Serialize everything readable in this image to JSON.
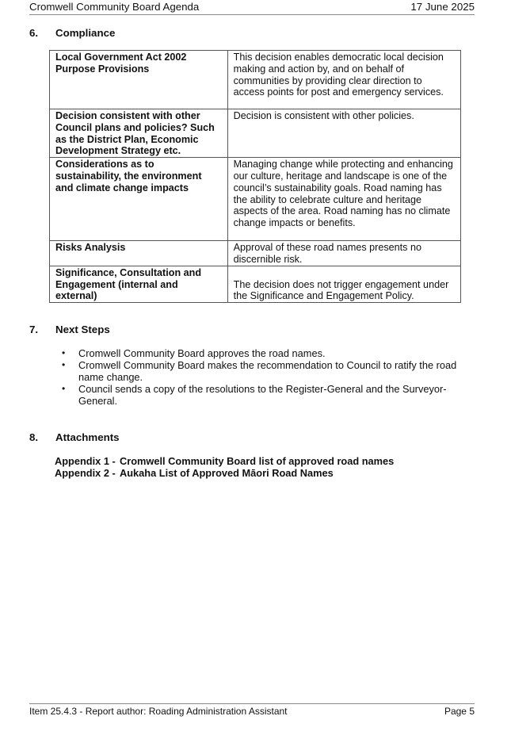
{
  "header": {
    "title": "Cromwell Community Board Agenda",
    "date": "17 June 2025"
  },
  "sections": {
    "compliance": {
      "number": "6.",
      "title": "Compliance"
    },
    "next_steps": {
      "number": "7.",
      "title": "Next Steps"
    },
    "attachments": {
      "number": "8.",
      "title": "Attachments"
    }
  },
  "compliance_table": {
    "rows": [
      {
        "label": "Local Government Act 2002 Purpose Provisions",
        "value": "This decision enables democratic local decision making and action by, and on behalf of communities by providing clear direction to access points for post and emergency services."
      },
      {
        "label": "Decision consistent with other Council plans and policies? Such as the District Plan, Economic Development Strategy etc.",
        "value": "Decision is consistent with other policies."
      },
      {
        "label": "Considerations as to sustainability, the environment and climate change impacts",
        "value": "Managing change while protecting and enhancing our culture, heritage and landscape is one of the council’s sustainability goals.  Road naming has the ability to celebrate culture and heritage aspects of the area.  Road naming has no climate change impacts or benefits."
      },
      {
        "label": "Risks Analysis",
        "value": "Approval of these road names presents no discernible risk."
      },
      {
        "label": "Significance, Consultation and Engagement (internal and external)",
        "value": "The decision does not trigger engagement under the Significance and Engagement Policy."
      }
    ]
  },
  "next_steps": {
    "bullet_glyph": "•",
    "items": [
      "Cromwell Community Board approves the road names.",
      "Cromwell Community Board makes the recommendation to Council to ratify the road name change.",
      "Council sends a copy of the resolutions to the Register-General and the Surveyor-General."
    ]
  },
  "attachments": {
    "items": [
      {
        "label": "Appendix 1 -",
        "title": "Cromwell Community Board list of approved road names"
      },
      {
        "label": "Appendix 2 -",
        "title": "Aukaha List of Approved Māori Road Names"
      }
    ]
  },
  "footer": {
    "item": "Item 25.4.3 - Report author: Roading Administration Assistant",
    "page": "Page 5"
  }
}
